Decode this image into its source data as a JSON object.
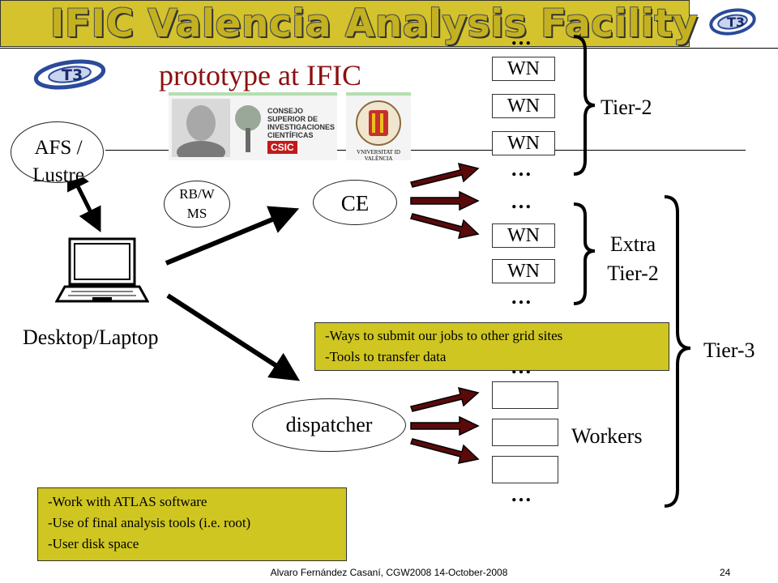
{
  "title": "IFIC Valencia Analysis Facility",
  "subtitle": "prototype at IFIC",
  "logos": {
    "csic_lines": [
      "CONSEJO",
      "SUPERIOR DE",
      "INVESTIGACIONES",
      "CIENTÍFICAS"
    ],
    "csic_badge": "CSIC",
    "uv_text": "VNIVERSITAT ID VALÈNCIA"
  },
  "nodes": {
    "afs": "AFS / Lustre",
    "rbwms_line1": "RB/W",
    "rbwms_line2": "MS",
    "ce": "CE",
    "dispatcher": "dispatcher",
    "desktop": "Desktop/Laptop"
  },
  "wn_label": "WN",
  "ellipsis": "…",
  "groups": {
    "tier2": "Tier-2",
    "extra_line1": "Extra",
    "extra_line2": "Tier-2",
    "tier3": "Tier-3",
    "workers": "Workers"
  },
  "notes": {
    "grid": [
      "-Ways to submit our jobs to other grid sites",
      "-Tools to transfer data"
    ],
    "local": [
      "-Work with ATLAS software",
      "-Use of final analysis tools (i.e. root)",
      "-User disk space"
    ]
  },
  "footer": "Alvaro Fernández Casaní,  CGW2008  14-October-2008",
  "page_number": "24",
  "colors": {
    "title_bar": "#d4c32c",
    "subtitle": "#8b1010",
    "note_bg": "#cfc621",
    "arrow_dark": "#5a0a0a"
  }
}
